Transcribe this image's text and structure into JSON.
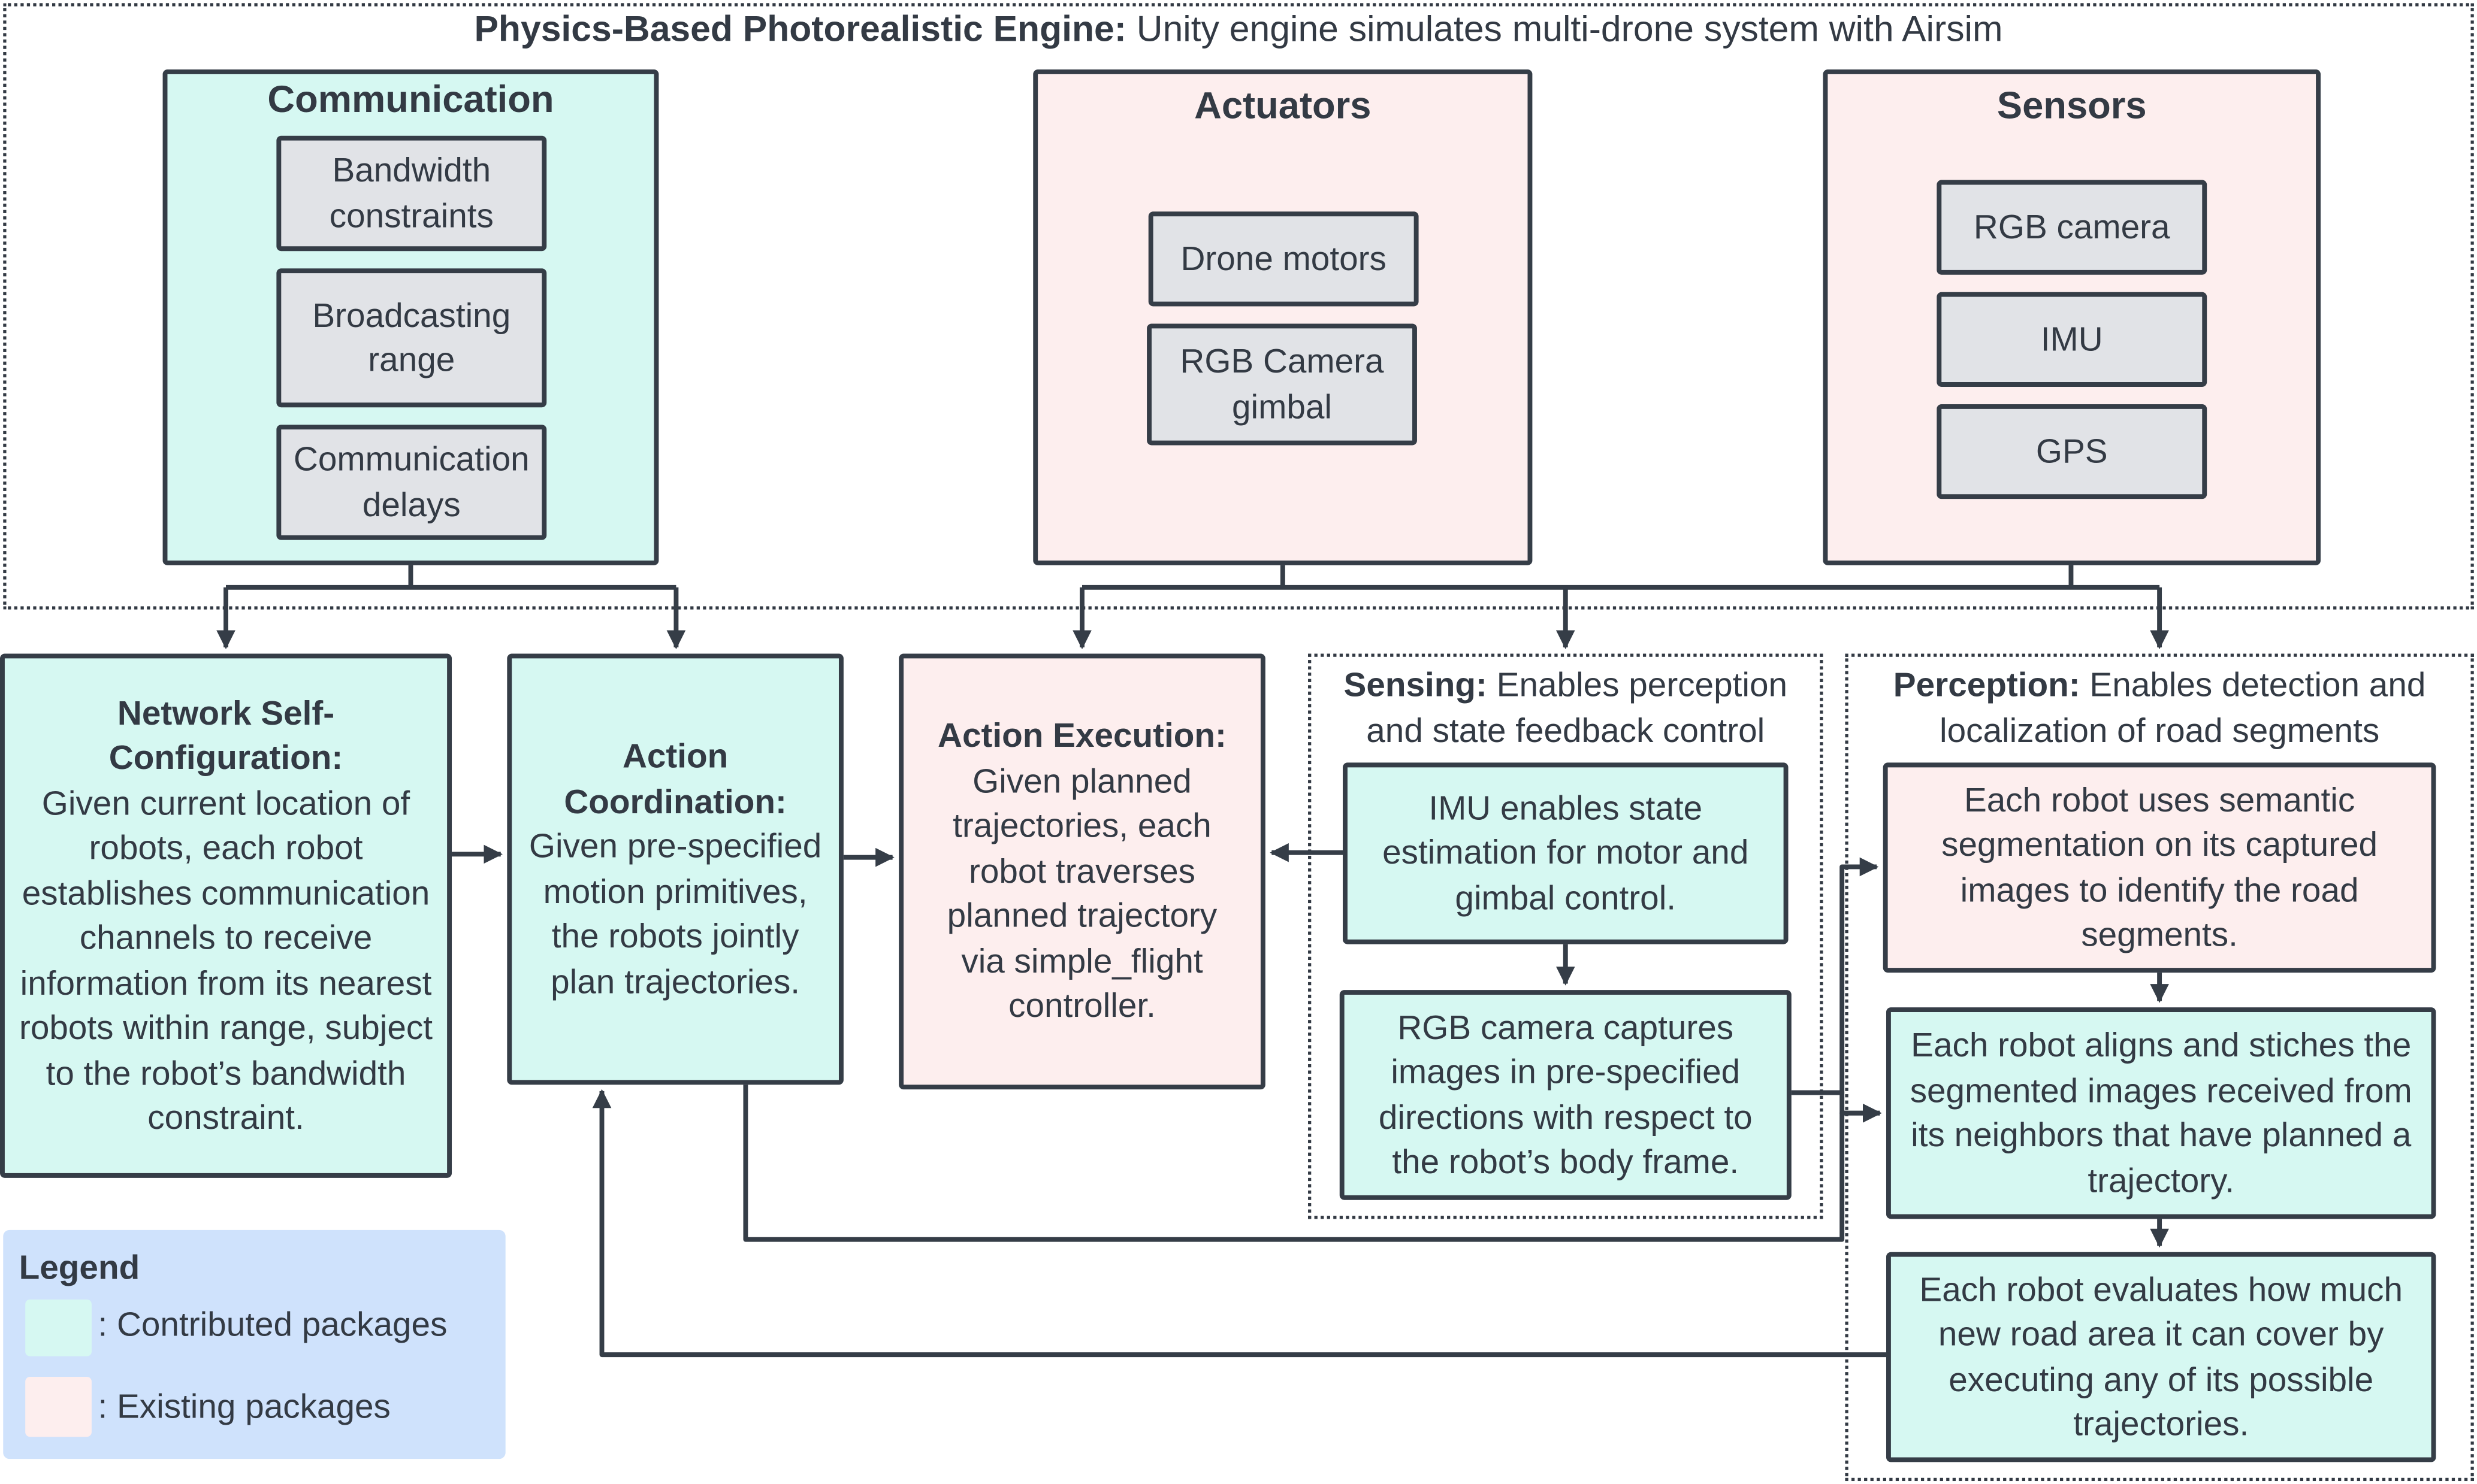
{
  "header": {
    "title_bold": "Physics-Based Photorealistic Engine:",
    "title_rest": " Unity engine simulates multi-drone system with Airsim"
  },
  "engine": {
    "communication": {
      "title": "Communication",
      "items": [
        "Bandwidth constraints",
        "Broadcasting range",
        "Communication delays"
      ]
    },
    "actuators": {
      "title": "Actuators",
      "items": [
        "Drone motors",
        "RGB Camera gimbal"
      ]
    },
    "sensors": {
      "title": "Sensors",
      "items": [
        "RGB camera",
        "IMU",
        "GPS"
      ]
    }
  },
  "network": {
    "title": "Network Self-Configuration:",
    "body": "Given current location of robots, each robot establishes communication channels to receive information from its  nearest robots within range, subject to the robot’s bandwidth constraint."
  },
  "coordination": {
    "title": "Action Coordination:",
    "body": "Given pre-specified motion primitives, the robots jointly plan trajectories."
  },
  "execution": {
    "title": "Action Execution:",
    "body": "Given planned trajectories, each robot traverses planned trajectory via simple_flight controller."
  },
  "sensing": {
    "label_bold": "Sensing:",
    "label_rest": " Enables perception and state feedback control",
    "imu": "IMU enables state estimation for motor and gimbal control.",
    "camera": "RGB camera captures images in pre-specified directions with respect to the robot’s body frame."
  },
  "perception": {
    "label_bold": "Perception:",
    "label_rest": " Enables detection and localization of road segments",
    "steps": [
      "Each robot uses semantic segmentation on its captured images to identify the road segments.",
      "Each robot aligns and stiches the segmented images received from its neighbors that have planned a trajectory.",
      "Each robot evaluates how much new road area it can cover by executing any of its possible trajectories."
    ]
  },
  "legend": {
    "title": "Legend",
    "contributed": ": Contributed packages",
    "existing": ": Existing packages",
    "contributed_color": "#d6f8f2",
    "existing_color": "#fdeeee"
  },
  "colors": {
    "teal": "#d6f8f2",
    "pink": "#fdeeee",
    "grey": "#e1e3e7",
    "stroke": "#353d47",
    "legend": "#cfe2fc"
  }
}
